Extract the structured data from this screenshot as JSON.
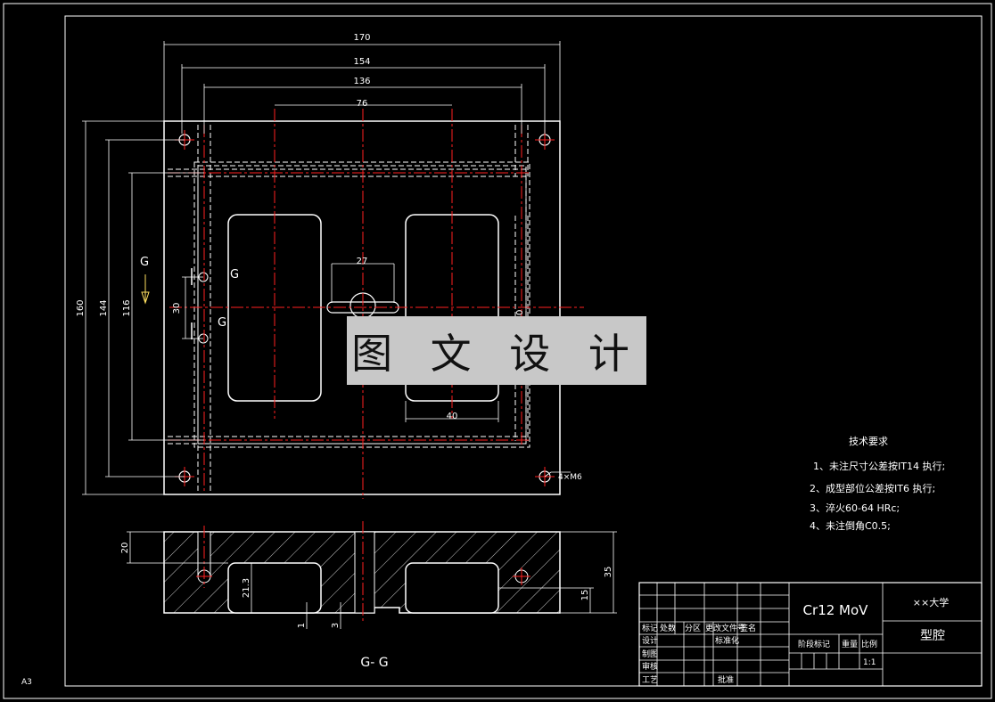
{
  "sheet": {
    "size_label": "A3"
  },
  "colors": {
    "background": "#000000",
    "line": "#ffffff",
    "centerline": "#ff2020",
    "hidden": "#ffffff",
    "watermark_bg": "#c8c8c8"
  },
  "dimensions": {
    "d170": "170",
    "d154": "154",
    "d136": "136",
    "d76": "76",
    "d27": "27",
    "d40": "40",
    "d80": "80",
    "d160": "160",
    "d144": "144",
    "d116": "116",
    "d30": "30",
    "d20": "20",
    "d35": "35",
    "d21_3": "21.3",
    "d15": "15",
    "d1": "1",
    "d3": "3",
    "hole_note": "4×M6"
  },
  "section": {
    "marker_top": "G",
    "marker_g1": "G",
    "marker_g2": "G",
    "label": "G- G"
  },
  "tech": {
    "title": "技术要求",
    "items": [
      "1、未注尺寸公差按IT14 执行;",
      "2、成型部位公差按IT6 执行;",
      "3、淬火60-64 HRc;",
      "4、未注倒角C0.5;"
    ]
  },
  "titleblock": {
    "material": "Cr12 MoV",
    "school": "××大学",
    "part_name": "型腔",
    "row_labels": [
      "标记",
      "处数",
      "分区",
      "更改文件号",
      "签名"
    ],
    "design": "设计",
    "standardize": "标准化",
    "draw": "制图",
    "check": "审核",
    "process": "工艺",
    "approve": "批准",
    "stage": "阶段标记",
    "weight": "重量",
    "scale_label": "比例",
    "scale": "1:1"
  },
  "watermark": "图 文 设 计"
}
